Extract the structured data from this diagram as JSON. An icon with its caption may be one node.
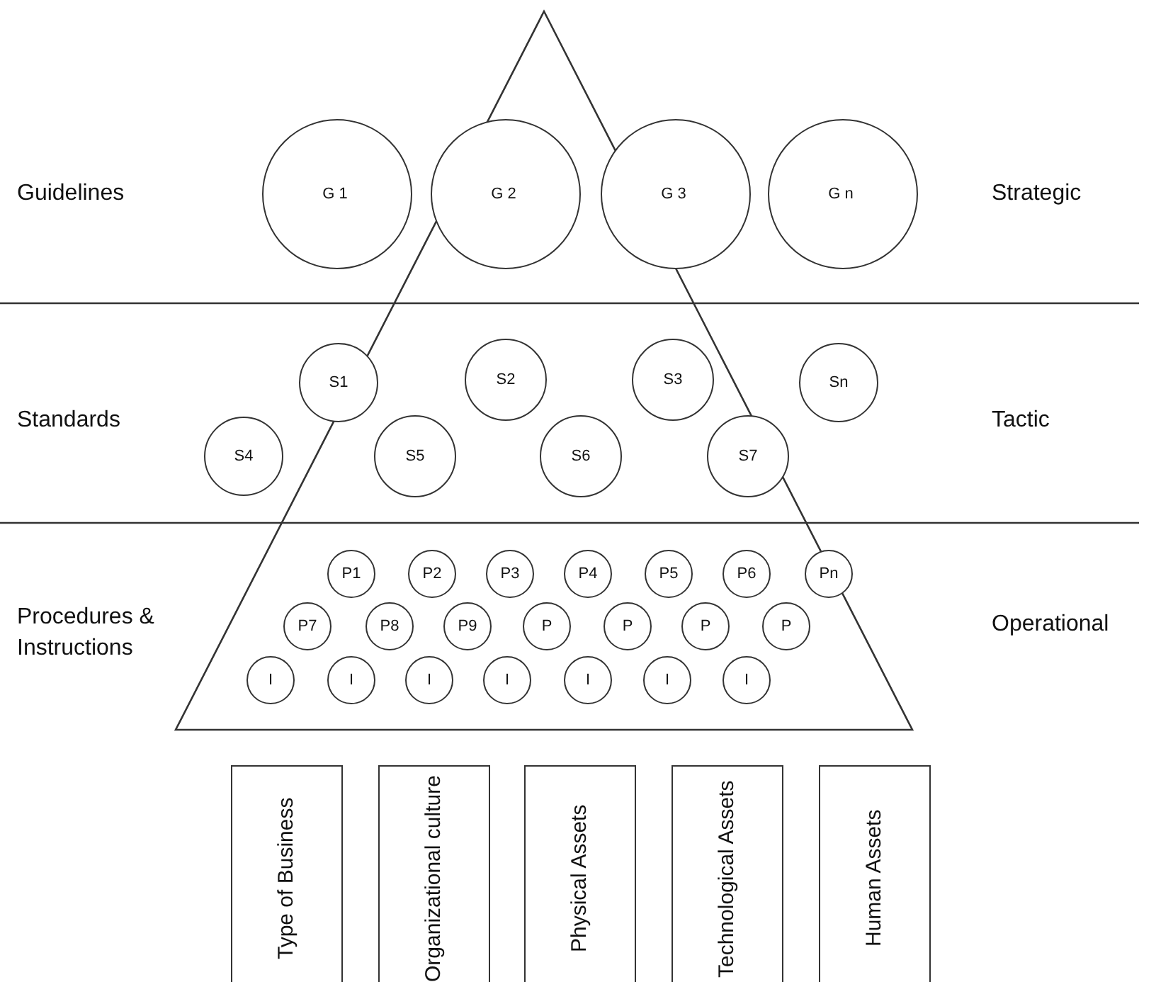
{
  "diagram": {
    "nodes": [
      {
        "text": [
          "G1"
        ]
      },
      {
        "text": [
          "G2"
        ]
      },
      {
        "text": [
          "G3"
        ]
      },
      {
        "text": [
          "Gn"
        ]
      },
      {
        "text": [
          "S1"
        ]
      },
      {
        "text": [
          "S2"
        ]
      },
      {
        "text": [
          "S3"
        ]
      },
      {
        "text": [
          "Sn"
        ]
      },
      {
        "text": [
          "S4"
        ]
      },
      {
        "text": [
          "S5"
        ]
      },
      {
        "text": [
          "S6"
        ]
      },
      {
        "text": [
          "S7"
        ]
      },
      {
        "text": [
          "P1"
        ]
      },
      {
        "text": [
          "P2"
        ]
      },
      {
        "text": [
          "P3"
        ]
      },
      {
        "text": [
          "P4"
        ]
      },
      {
        "text": [
          "P5"
        ]
      },
      {
        "text": [
          "P6"
        ]
      },
      {
        "text": [
          "Pn"
        ]
      },
      {
        "text": [
          "P7"
        ]
      },
      {
        "text": [
          "P8"
        ]
      },
      {
        "text": [
          "P9"
        ]
      },
      {
        "text": [
          "P"
        ]
      },
      {
        "text": [
          "P"
        ]
      },
      {
        "text": [
          "P"
        ]
      },
      {
        "text": [
          "P"
        ]
      },
      {
        "text": [
          "I"
        ]
      },
      {
        "text": [
          "I"
        ]
      },
      {
        "text": [
          "I"
        ]
      },
      {
        "text": [
          "I"
        ]
      },
      {
        "text": [
          "I"
        ]
      },
      {
        "text": [
          "I"
        ]
      },
      {
        "text": [
          "I"
        ]
      },
      {
        "text": [
          "Type of Business"
        ]
      },
      {
        "text": [
          "Organizational culture"
        ]
      },
      {
        "text": [
          "Physical Assets"
        ]
      },
      {
        "text": [
          "Technological Assets"
        ]
      },
      {
        "text": [
          "Human Assets"
        ]
      }
    ],
    "labels": [
      "Guidelines",
      "Strategic",
      "Standards",
      "Tactic",
      "Procedures & Instructions",
      "Operational"
    ]
  }
}
